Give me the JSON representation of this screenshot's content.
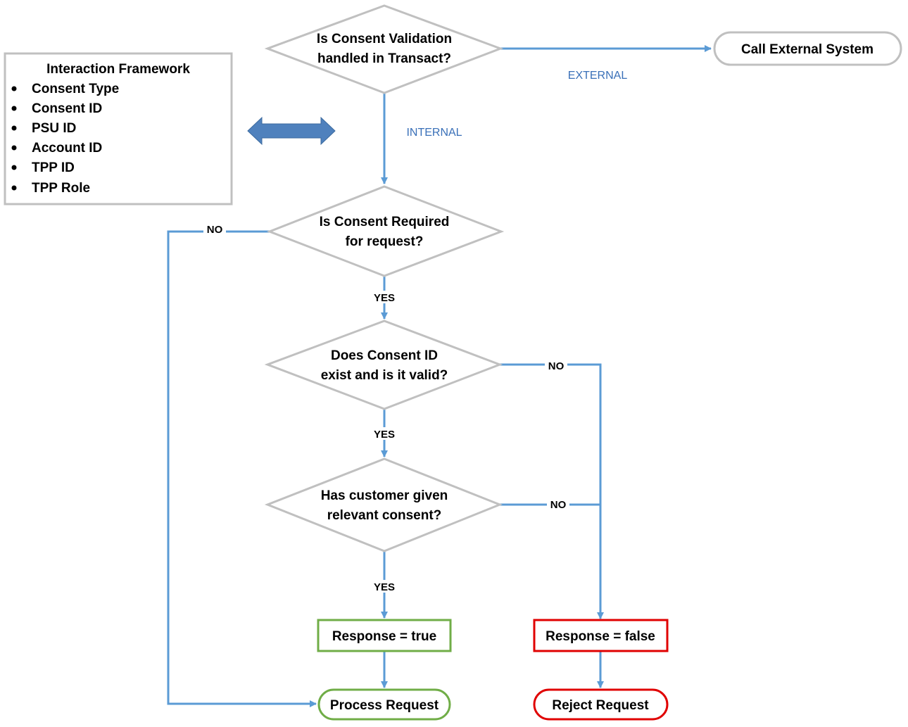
{
  "colors": {
    "connector": "#5b9bd5",
    "shape_outline": "#c0c0c0",
    "green": "#70ad47",
    "red": "#e00000",
    "double_arrow": "#4f81bd"
  },
  "framework": {
    "title": "Interaction Framework",
    "items": [
      "Consent Type",
      "Consent ID",
      "PSU ID",
      "Account ID",
      "TPP ID",
      "TPP Role"
    ]
  },
  "decisions": {
    "transact": {
      "line1": "Is Consent Validation",
      "line2": "handled in Transact?"
    },
    "required": {
      "line1": "Is Consent Required",
      "line2": "for request?"
    },
    "valid": {
      "line1": "Does Consent ID",
      "line2": "exist and is it valid?"
    },
    "customer": {
      "line1": "Has customer given",
      "line2": "relevant consent?"
    }
  },
  "terminals": {
    "external": "Call External System",
    "process": "Process Request",
    "reject": "Reject Request"
  },
  "results": {
    "true": "Response = true",
    "false": "Response = false"
  },
  "edge_labels": {
    "external": "EXTERNAL",
    "internal": "INTERNAL",
    "no_required": "NO",
    "yes_required": "YES",
    "no_valid": "NO",
    "yes_valid": "YES",
    "no_customer": "NO",
    "yes_customer": "YES"
  }
}
